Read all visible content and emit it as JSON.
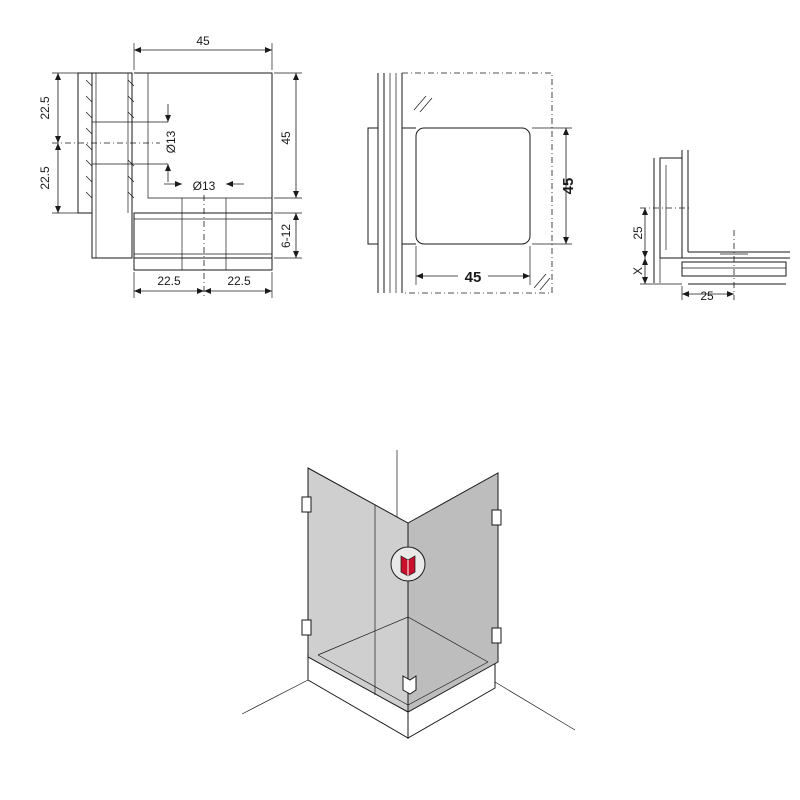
{
  "front_view": {
    "dim_width_top": "45",
    "dim_upper_half": "22.5",
    "dim_lower_half": "22.5",
    "dim_hole_vertical": "Ø13",
    "dim_hole_horizontal": "Ø13",
    "dim_height_right": "45",
    "dim_glass_thickness": "6-12",
    "dim_bottom_left": "22.5",
    "dim_bottom_right": "22.5"
  },
  "middle_view": {
    "dim_height": "45",
    "dim_width": "45"
  },
  "side_view": {
    "dim_offset_vertical": "25",
    "dim_x": "X",
    "dim_offset_horizontal": "25"
  },
  "colors": {
    "line": "#1a1a1a",
    "glass": "#cfcfcf",
    "highlight": "#c8102e"
  }
}
